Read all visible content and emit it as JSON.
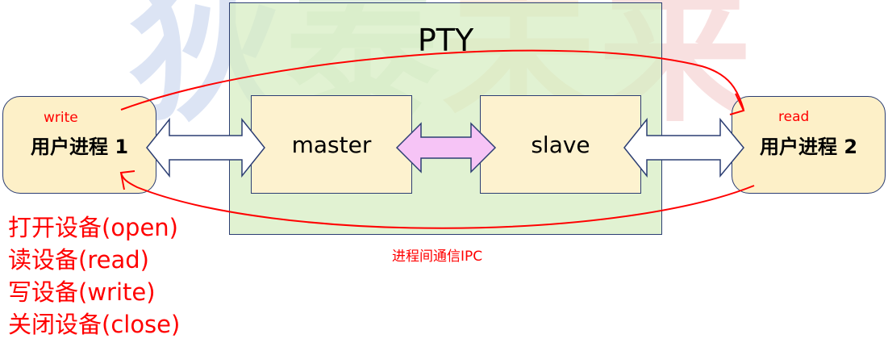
{
  "watermark": "狄泰未来",
  "pty": {
    "title": "PTY",
    "master_label": "master",
    "slave_label": "slave"
  },
  "processes": {
    "left": {
      "label": "用户进程 1",
      "action": "write"
    },
    "right": {
      "label": "用户进程 2",
      "action": "read"
    }
  },
  "ipc_label": "进程间通信IPC",
  "operations": [
    "打开设备(open)",
    "读设备(read)",
    "写设备(write)",
    "关闭设备(close)"
  ],
  "colors": {
    "annotation_red": "#ff0000",
    "box_border": "#2c3e73",
    "pty_fill": "#d7eec3",
    "box_fill": "#fdf2cf",
    "magenta_arrow": "#f6c4f6"
  }
}
